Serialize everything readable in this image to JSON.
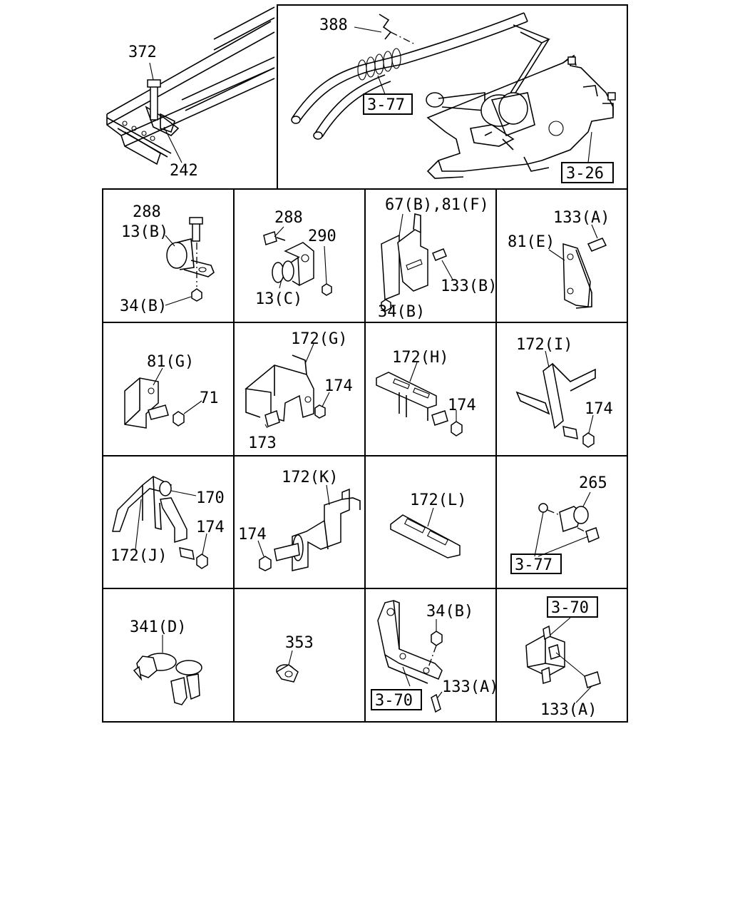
{
  "top_left": {
    "callouts": [
      "372",
      "242"
    ]
  },
  "top_right": {
    "callouts": [
      "388"
    ],
    "refs": [
      "3-77",
      "3-26"
    ]
  },
  "cells": [
    {
      "labels": [
        "288",
        "13(B)",
        "34(B)"
      ]
    },
    {
      "labels": [
        "288",
        "290",
        "13(C)"
      ]
    },
    {
      "labels": [
        "67(B),81(F)",
        "133(B)",
        "34(B)"
      ]
    },
    {
      "labels": [
        "133(A)",
        "81(E)"
      ]
    },
    {
      "labels": [
        "81(G)",
        "71"
      ]
    },
    {
      "labels": [
        "172(G)",
        "174",
        "173"
      ]
    },
    {
      "labels": [
        "172(H)",
        "174"
      ]
    },
    {
      "labels": [
        "172(I)",
        "174"
      ]
    },
    {
      "labels": [
        "170",
        "174",
        "172(J)"
      ]
    },
    {
      "labels": [
        "172(K)",
        "174"
      ]
    },
    {
      "labels": [
        "172(L)"
      ]
    },
    {
      "labels": [
        "265"
      ],
      "refs": [
        "3-77"
      ]
    },
    {
      "labels": [
        "341(D)"
      ]
    },
    {
      "labels": [
        "353"
      ]
    },
    {
      "labels": [
        "34(B)",
        "133(A)"
      ],
      "refs": [
        "3-70"
      ]
    },
    {
      "labels": [
        "133(A)"
      ],
      "refs": [
        "3-70"
      ]
    }
  ]
}
